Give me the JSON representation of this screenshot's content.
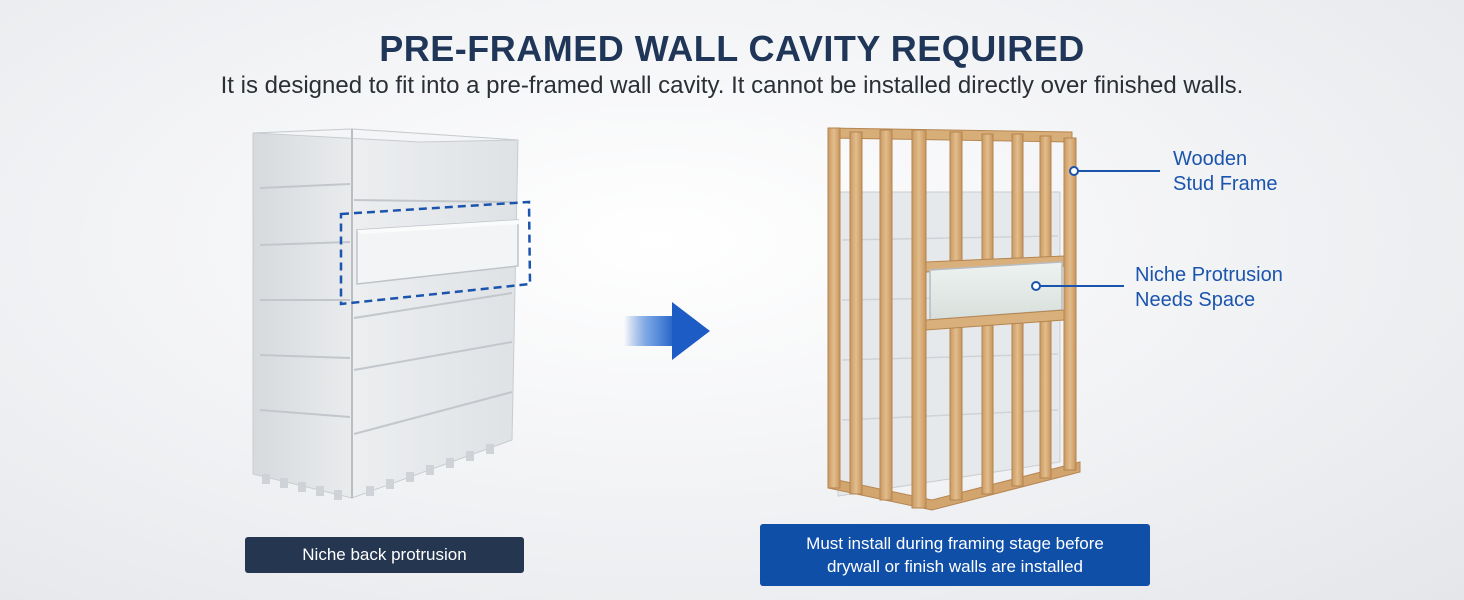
{
  "header": {
    "title": "PRE-FRAMED WALL CAVITY REQUIRED",
    "subtitle": "It is designed to fit into a pre-framed wall cavity. It cannot be installed directly over finished walls."
  },
  "left_panel": {
    "caption": "Niche back protrusion"
  },
  "right_panel": {
    "caption_line1": "Must install during framing stage before",
    "caption_line2": "drywall or finish walls are installed",
    "callouts": [
      {
        "line1": "Wooden",
        "line2": "Stud Frame"
      },
      {
        "line1": "Niche Protrusion",
        "line2": "Needs Space"
      }
    ]
  },
  "colors": {
    "title": "#1f3658",
    "accent_blue": "#1b54ad",
    "caption_dark": "#243650",
    "caption_blue": "#0f4fa8",
    "wood": "#d8b07e"
  },
  "icons": {
    "arrow": "arrow-right-icon"
  }
}
